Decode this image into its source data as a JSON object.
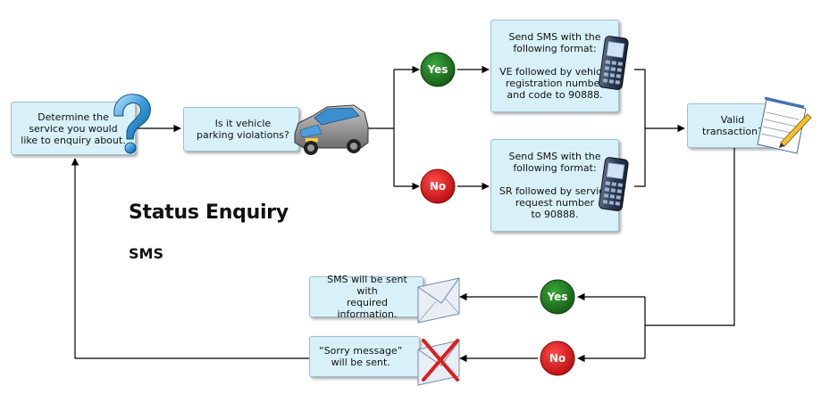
{
  "diagram": {
    "title": "Status Enquiry",
    "subtitle": "SMS",
    "nodes": {
      "determine": "Determine the\nservice you would\nlike to enquiry about.",
      "parking": "Is it vehicle\nparking violations?",
      "sms_ve": "Send SMS with the\nfollowing format:\n\nVE followed by vehicle\nregistration number\nand code to 90888.",
      "sms_sr": "Send SMS with the\nfollowing format:\n\nSR followed by service\nrequest number\nto 90888.",
      "valid": "Valid\ntransaction?",
      "sms_sent": "SMS will be sent with\nrequired information.",
      "sorry": "“Sorry message”\nwill be sent."
    },
    "decisions": {
      "yes_top": "Yes",
      "no_top": "No",
      "yes_bottom": "Yes",
      "no_bottom": "No"
    },
    "colors": {
      "yes": "#1f7a1f",
      "no": "#e01b1b",
      "box_fill": "#d8f1f8",
      "line": "#000000"
    },
    "icons": [
      "question-mark-icon",
      "car-icon",
      "mobile-phone-icon",
      "document-pen-icon",
      "envelope-icon",
      "cross-icon"
    ]
  }
}
